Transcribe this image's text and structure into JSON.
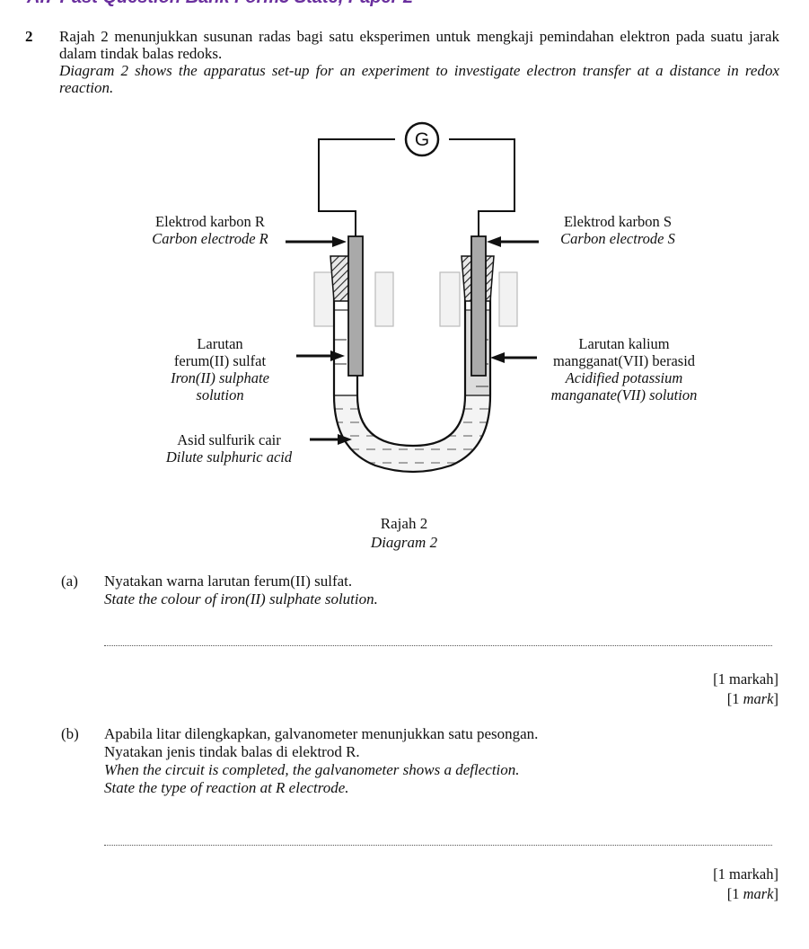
{
  "header": {
    "text": "A.7 Past Question Bank Form5 State, Paper 2"
  },
  "question": {
    "number": "2",
    "stem_ms": "Rajah 2 menunjukkan susunan radas bagi satu eksperimen untuk mengkaji pemindahan elektron pada suatu jarak dalam tindak balas redoks.",
    "stem_en": "Diagram 2 shows the apparatus set-up for an experiment to investigate electron transfer at a distance in redox reaction."
  },
  "diagram": {
    "galvanometer": "G",
    "labels": {
      "electrode_r_ms": "Elektrod karbon R",
      "electrode_r_en": "Carbon electrode R",
      "electrode_s_ms": "Elektrod karbon S",
      "electrode_s_en": "Carbon electrode S",
      "iron_ms_1": "Larutan",
      "iron_ms_2": "ferum(II) sulfat",
      "iron_en_1": "Iron(II) sulphate",
      "iron_en_2": "solution",
      "mn_ms_1": "Larutan kalium",
      "mn_ms_2": "mangganat(VII) berasid",
      "mn_en_1": "Acidified potassium",
      "mn_en_2": "manganate(VII) solution",
      "acid_ms": "Asid sulfurik cair",
      "acid_en": "Dilute sulphuric acid"
    },
    "caption_ms": "Rajah 2",
    "caption_en": "Diagram 2"
  },
  "parts": [
    {
      "letter": "(a)",
      "text_ms": "Nyatakan warna larutan ferum(II) sulfat.",
      "text_en": "State the colour of iron(II) sulphate solution.",
      "marks_ms": "[1 markah]",
      "marks_en": "[1 mark]"
    },
    {
      "letter": "(b)",
      "text_ms_1": "Apabila litar dilengkapkan, galvanometer menunjukkan satu pesongan.",
      "text_ms_2": "Nyatakan jenis tindak balas di elektrod R.",
      "text_en_1": "When the circuit is completed, the galvanometer shows a deflection.",
      "text_en_2": "State the type of reaction at R electrode.",
      "marks_ms": "[1 markah]",
      "marks_en": "[1 mark]"
    }
  ]
}
